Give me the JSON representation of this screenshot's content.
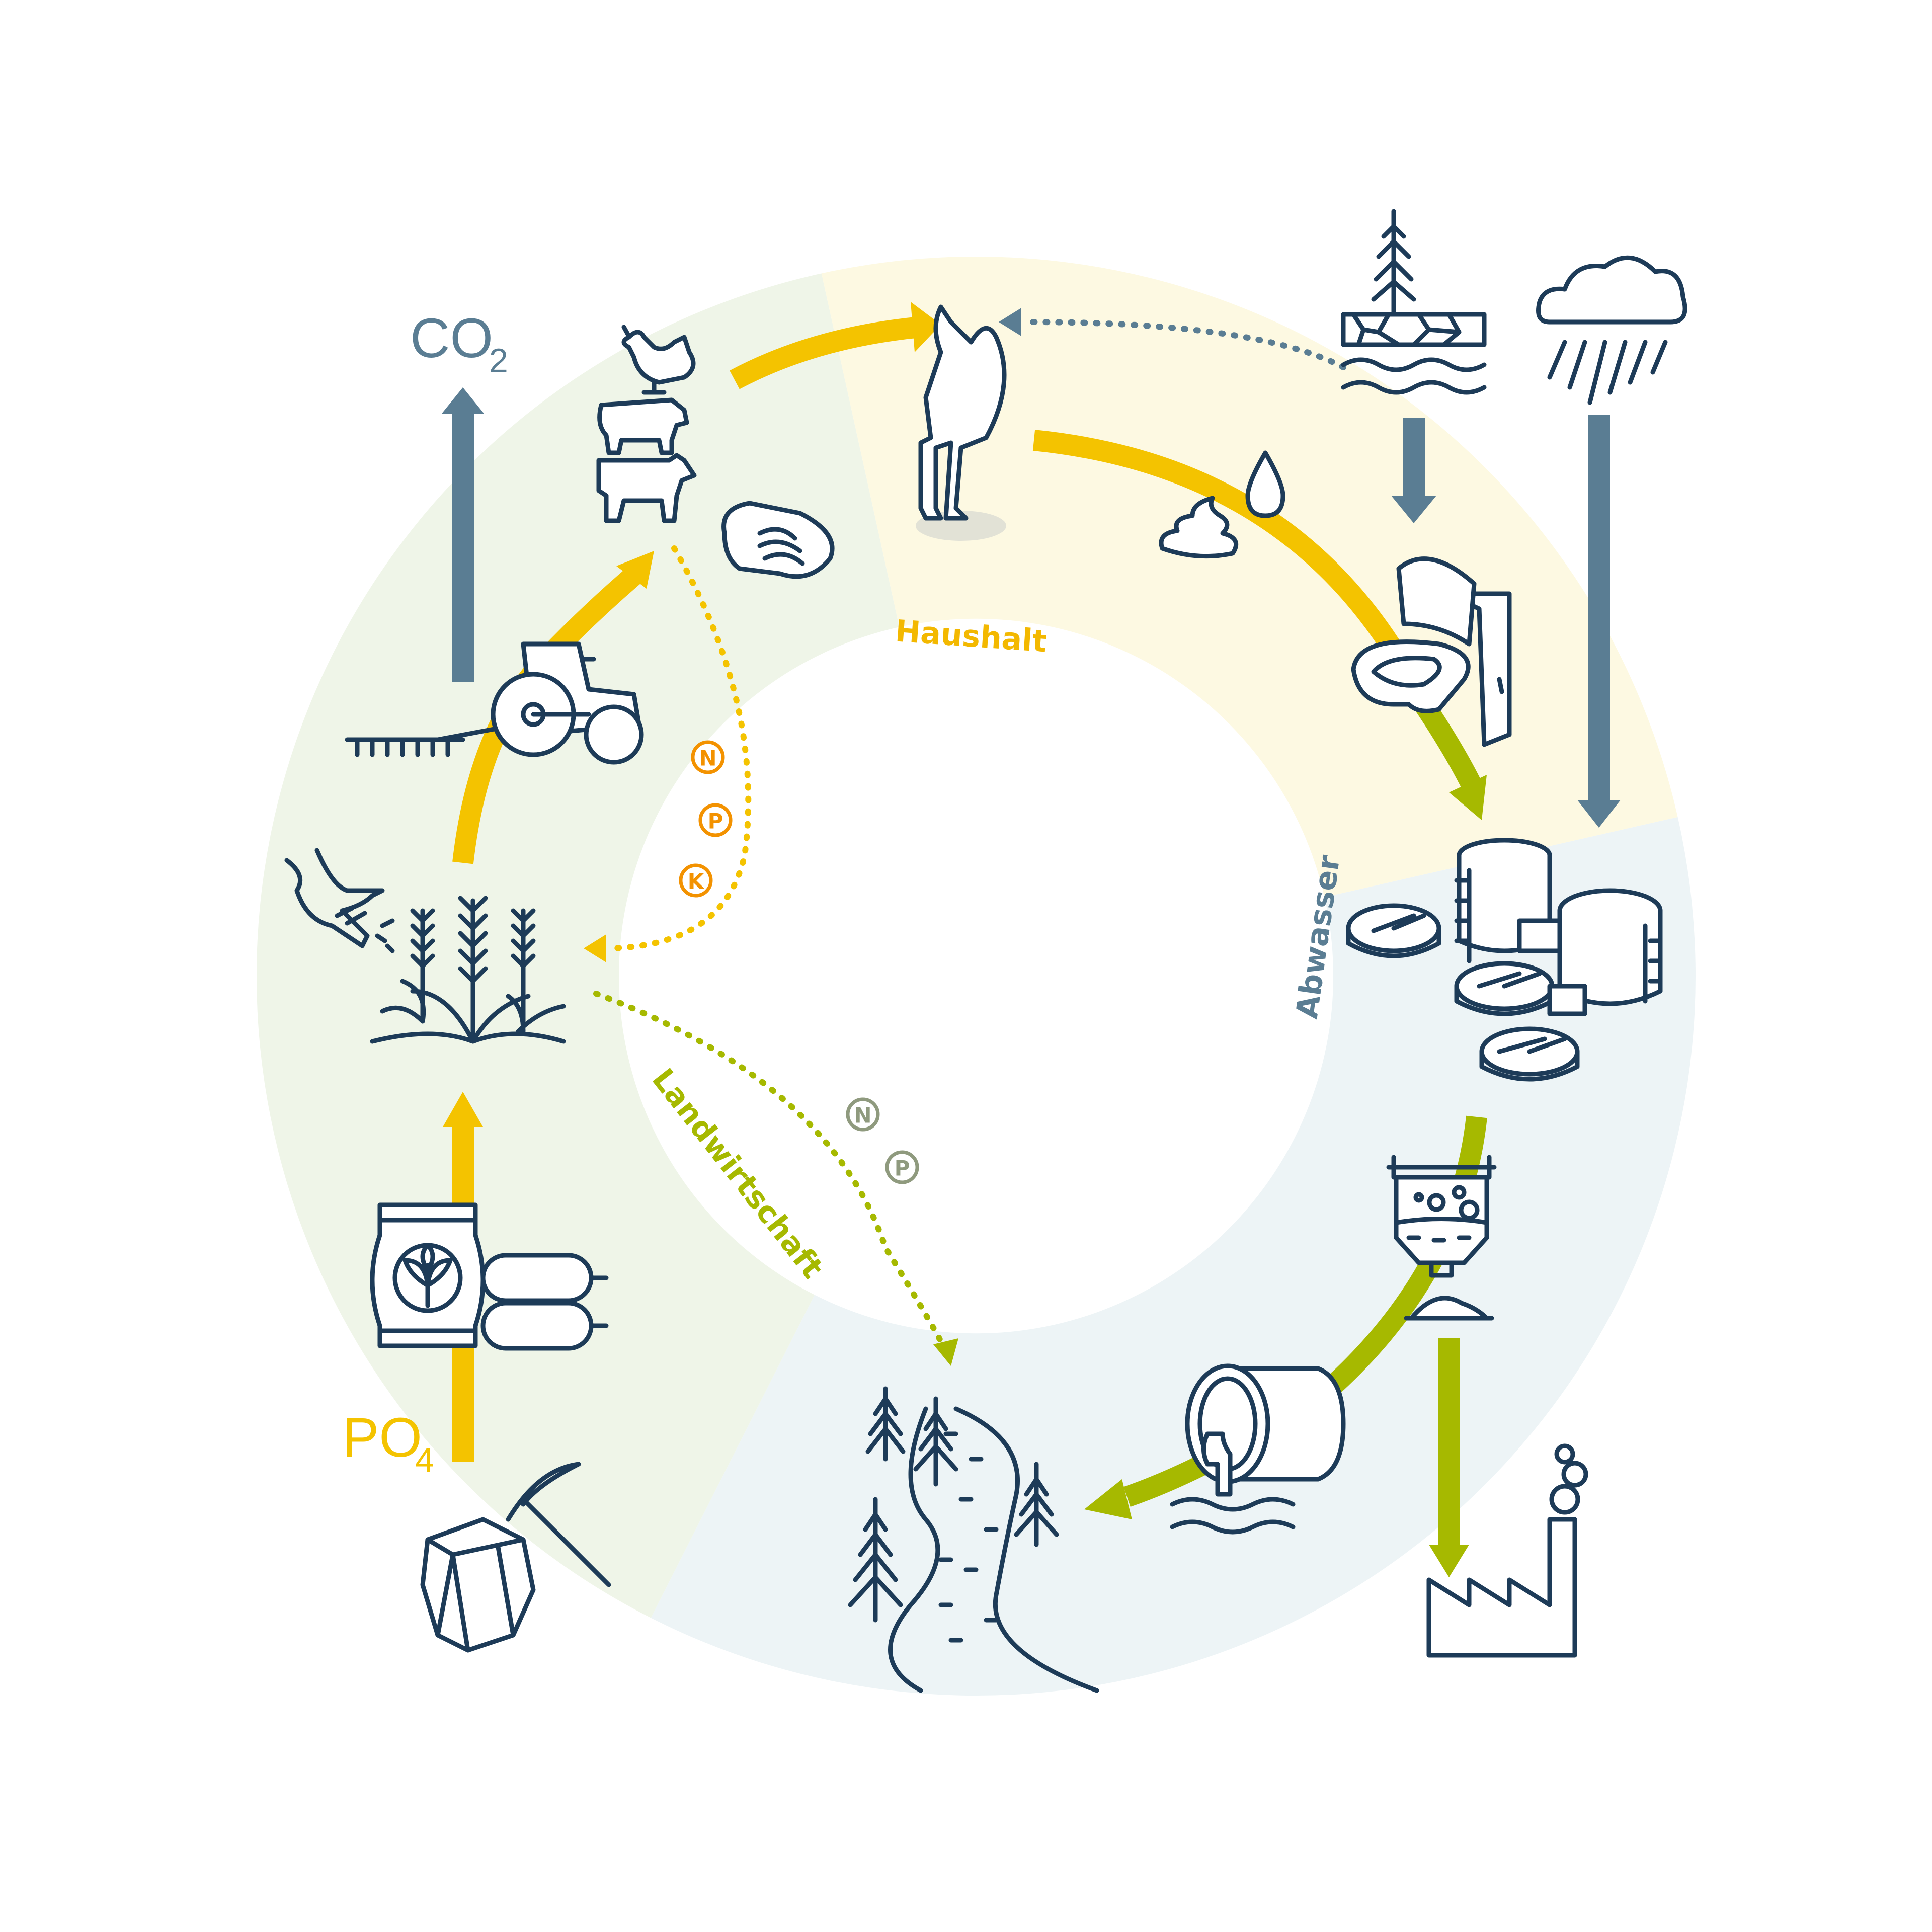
{
  "labels": {
    "haushalt": "Haushalt",
    "abwasser": "Abwasser",
    "landwirtschaft": "Landwirtschaft",
    "co2_main": "CO",
    "co2_sub": "2",
    "po4_main": "PO",
    "po4_sub": "4"
  },
  "badges": {
    "upper": [
      "N",
      "P",
      "K"
    ],
    "lower": [
      "N",
      "P"
    ]
  },
  "icons": [
    "chicken-icon",
    "pig-icon",
    "cow-icon",
    "bread-icon",
    "person-icon",
    "feces-icon",
    "drop-icon",
    "tree-icon",
    "groundwater-icon",
    "rain-cloud-icon",
    "toilet-icon",
    "treatment-plant-icon",
    "sludge-tank-icon",
    "sludge-pile-icon",
    "outflow-pipe-icon",
    "factory-icon",
    "river-landscape-icon",
    "tractor-icon",
    "wheat-icon",
    "hand-seeding-icon",
    "fertilizer-bag-icon",
    "phosphate-rock-icon",
    "pickaxe-icon"
  ],
  "colors": {
    "agriculture_bg": "#eff5e8",
    "household_bg": "#fdf9e2",
    "wastewater_bg": "#edf4f6",
    "yellow": "#f4c300",
    "green": "#a6b900",
    "slate": "#5a7d93",
    "navy": "#1d3b58",
    "orange": "#f39200",
    "gray_badge": "#8f9a7e",
    "haushalt_text": "#f3b800",
    "abwasser_text": "#5a7d93",
    "landwirtschaft_text": "#a6b900"
  }
}
